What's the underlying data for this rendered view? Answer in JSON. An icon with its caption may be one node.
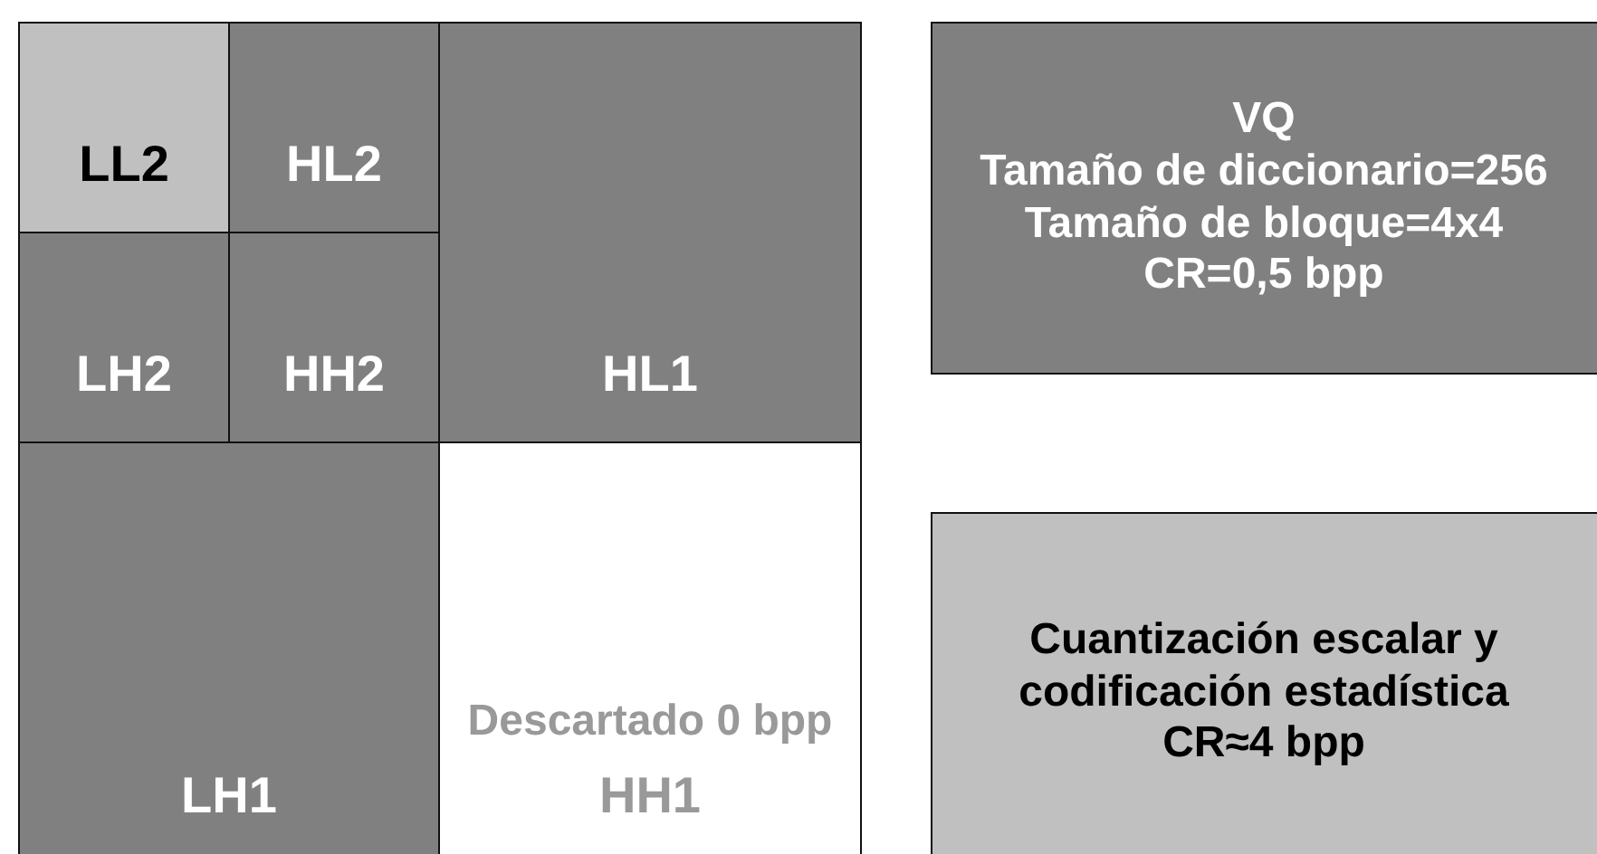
{
  "diagram": {
    "nodes": [
      {
        "text": [
          "LL2"
        ]
      },
      {
        "text": [
          "HL2"
        ]
      },
      {
        "text": [
          "LH2"
        ]
      },
      {
        "text": [
          "HH2"
        ]
      },
      {
        "text": [
          "HL1"
        ]
      },
      {
        "text": [
          "LH1"
        ]
      },
      {
        "text": [
          "Descartado 0 bpp",
          "HH1"
        ]
      },
      {
        "text": [
          "VQ",
          "Tamaño de diccionario=256",
          "Tamaño de bloque=4x4",
          "CR=0,5 bpp"
        ]
      },
      {
        "text": [
          "Cuantización escalar y codificación estadística",
          "CR≈4 bpp"
        ]
      }
    ]
  }
}
